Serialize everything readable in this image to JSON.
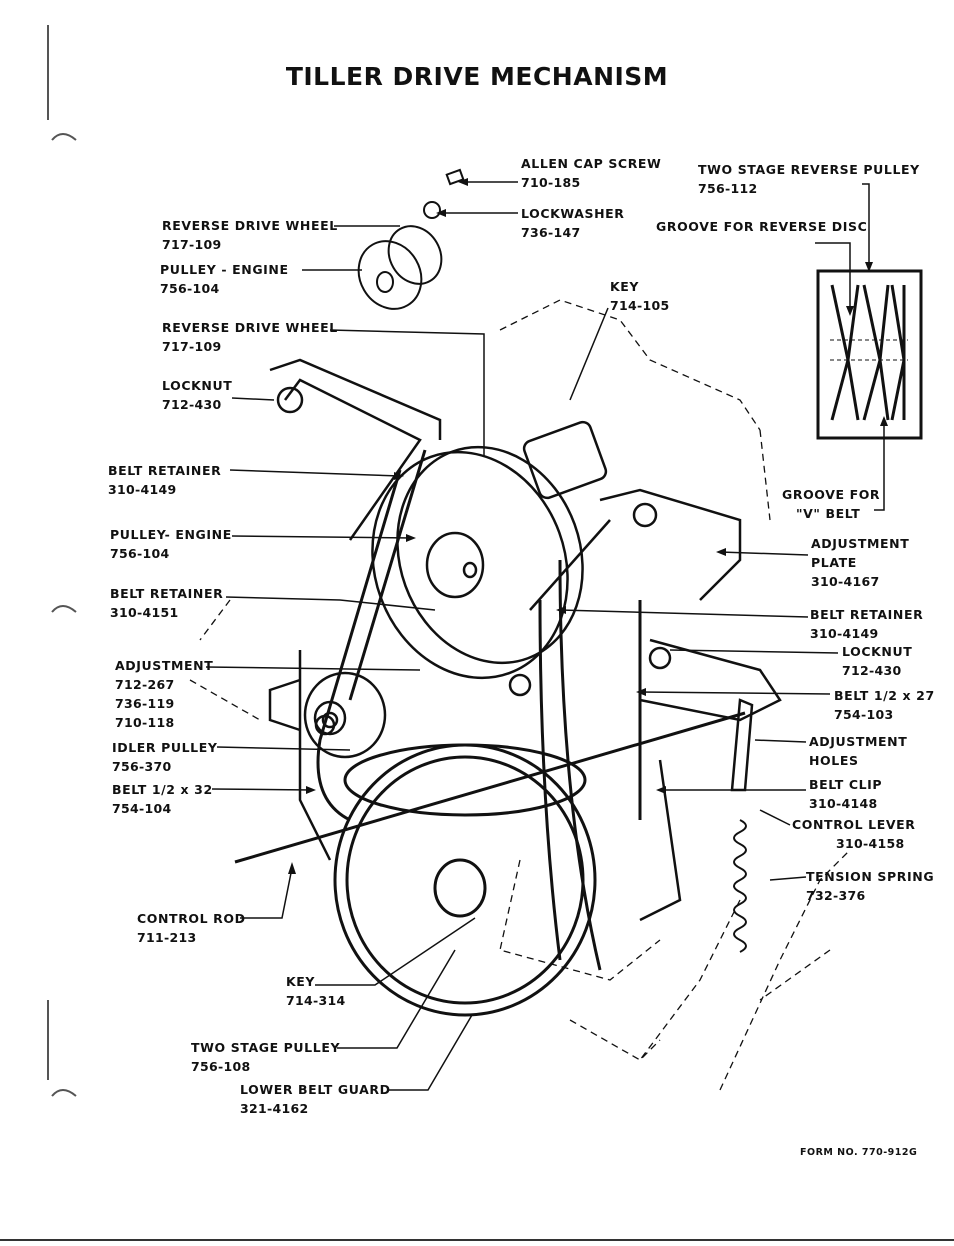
{
  "title": "TILLER DRIVE MECHANISM",
  "form_number": "FORM NO. 770-912G",
  "callouts": {
    "allen_cap_screw": {
      "name": "ALLEN CAP SCREW",
      "part": "710-185"
    },
    "lockwasher": {
      "name": "LOCKWASHER",
      "part": "736-147"
    },
    "two_stage_reverse_pulley": {
      "name": "TWO STAGE REVERSE PULLEY",
      "part": "756-112"
    },
    "groove_reverse_disc": {
      "name": "GROOVE FOR REVERSE DISC"
    },
    "reverse_drive_wheel_top": {
      "name": "REVERSE DRIVE WHEEL",
      "part": "717-109"
    },
    "pulley_engine_top": {
      "name": "PULLEY - ENGINE",
      "part": "756-104"
    },
    "key_top": {
      "name": "KEY",
      "part": "714-105"
    },
    "reverse_drive_wheel": {
      "name": "REVERSE DRIVE WHEEL",
      "part": "717-109"
    },
    "locknut_left": {
      "name": "LOCKNUT",
      "part": "712-430"
    },
    "belt_retainer_left_1": {
      "name": "BELT RETAINER",
      "part": "310-4149"
    },
    "groove_v_belt": {
      "line1": "GROOVE FOR",
      "line2": "\"V\" BELT"
    },
    "pulley_engine": {
      "name": "PULLEY- ENGINE",
      "part": "756-104"
    },
    "adjustment_plate": {
      "line1": "ADJUSTMENT",
      "line2": "PLATE",
      "part": "310-4167"
    },
    "belt_retainer_left_2": {
      "name": "BELT RETAINER",
      "part": "310-4151"
    },
    "belt_retainer_right": {
      "name": "BELT RETAINER",
      "part": "310-4149"
    },
    "locknut_right": {
      "name": "LOCKNUT",
      "part": "712-430"
    },
    "adjustment_left": {
      "name": "ADJUSTMENT",
      "parts": [
        "712-267",
        "736-119",
        "710-118"
      ]
    },
    "belt_27": {
      "name": "BELT 1/2 x 27",
      "part": "754-103"
    },
    "idler_pulley": {
      "name": "IDLER PULLEY",
      "part": "756-370"
    },
    "adjustment_holes": {
      "line1": "ADJUSTMENT",
      "line2": "HOLES"
    },
    "belt_32": {
      "name": "BELT 1/2 x 32",
      "part": "754-104"
    },
    "belt_clip": {
      "name": "BELT CLIP",
      "part": "310-4148"
    },
    "control_lever": {
      "name": "CONTROL LEVER",
      "part": "310-4158"
    },
    "tension_spring": {
      "name": "TENSION SPRING",
      "part": "732-376"
    },
    "control_rod": {
      "name": "CONTROL ROD",
      "part": "711-213"
    },
    "key_bottom": {
      "name": "KEY",
      "part": "714-314"
    },
    "two_stage_pulley": {
      "name": "TWO STAGE PULLEY",
      "part": "756-108"
    },
    "lower_belt_guard": {
      "name": "LOWER BELT GUARD",
      "part": "321-4162"
    }
  }
}
